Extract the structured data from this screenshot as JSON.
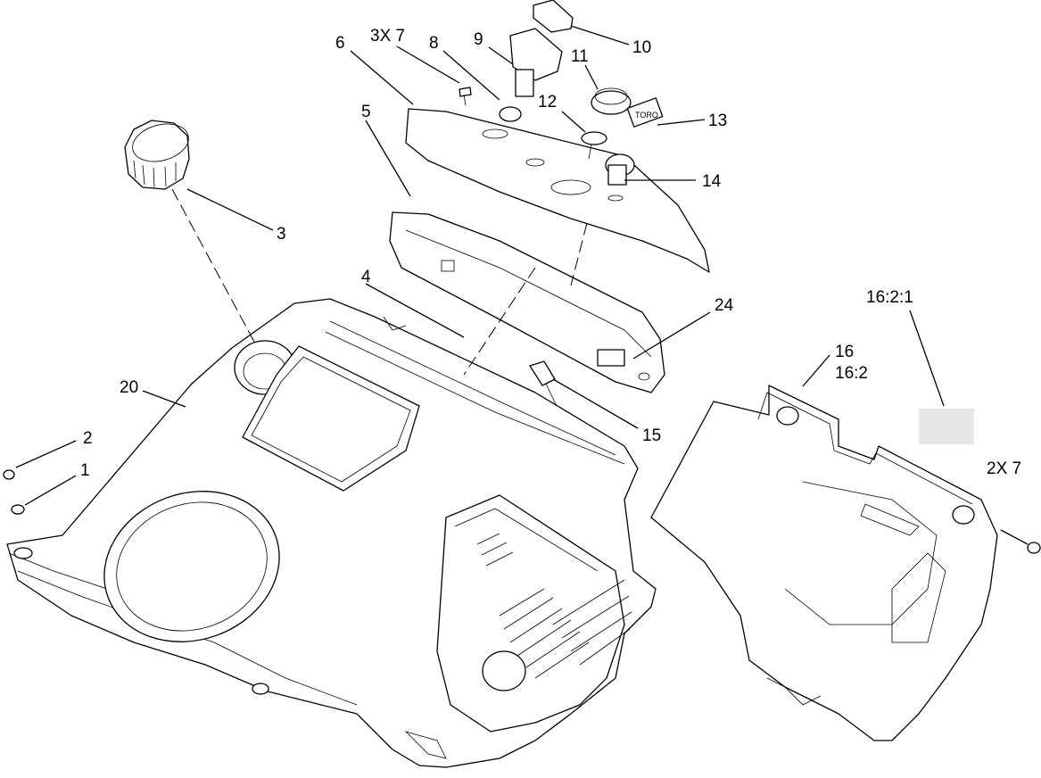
{
  "callouts": {
    "c1": "1",
    "c2": "2",
    "c3": "3",
    "c4": "4",
    "c5": "5",
    "c6": "6",
    "c7": "3X 7",
    "c8": "8",
    "c9": "9",
    "c10": "10",
    "c11": "11",
    "c12": "12",
    "c13": "13",
    "c14": "14",
    "c15": "15",
    "c16": "16",
    "c16b": "16:2",
    "c161": "16:2:1",
    "c20": "20",
    "c24": "24",
    "c7b": "2X 7"
  },
  "key_text": "TORO"
}
